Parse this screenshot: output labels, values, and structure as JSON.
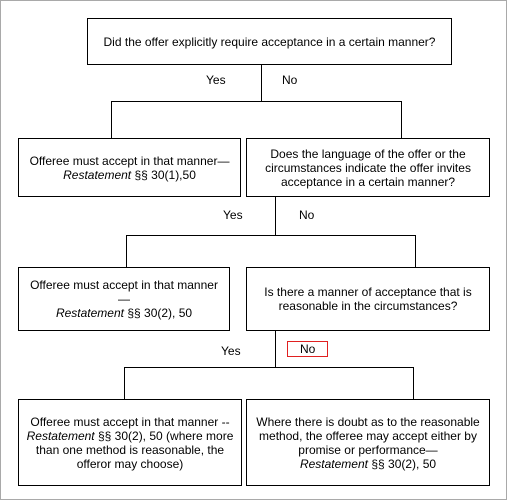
{
  "q1": "Did the offer explicitly require acceptance in a certain manner?",
  "yes1": "Yes",
  "no1": "No",
  "a1": {
    "pre": "Offeree must  accept in that manner—",
    "cite": "Restatement",
    "post": " §§ 30(1),50"
  },
  "q2": "Does the language of the offer or the circumstances indicate the offer invites acceptance in a certain manner?",
  "yes2": "Yes",
  "no2": "No",
  "a2": {
    "pre": "Offeree must accept in that manner—",
    "cite": "Restatement",
    "post": " §§ 30(2), 50"
  },
  "q3": "Is there a manner of acceptance that is reasonable in the circumstances?",
  "yes3": "Yes",
  "no3": "No",
  "a3": {
    "pre": "Offeree must accept in that manner -- ",
    "cite": "Restatement",
    "post": " §§ 30(2), 50 (where more than one method is reasonable, the offeror may choose)"
  },
  "a4": {
    "pre": "Where there is doubt as to the reasonable method, the offeree may accept either by promise or performance—",
    "cite": "Restatement",
    "post": " §§ 30(2), 50"
  }
}
